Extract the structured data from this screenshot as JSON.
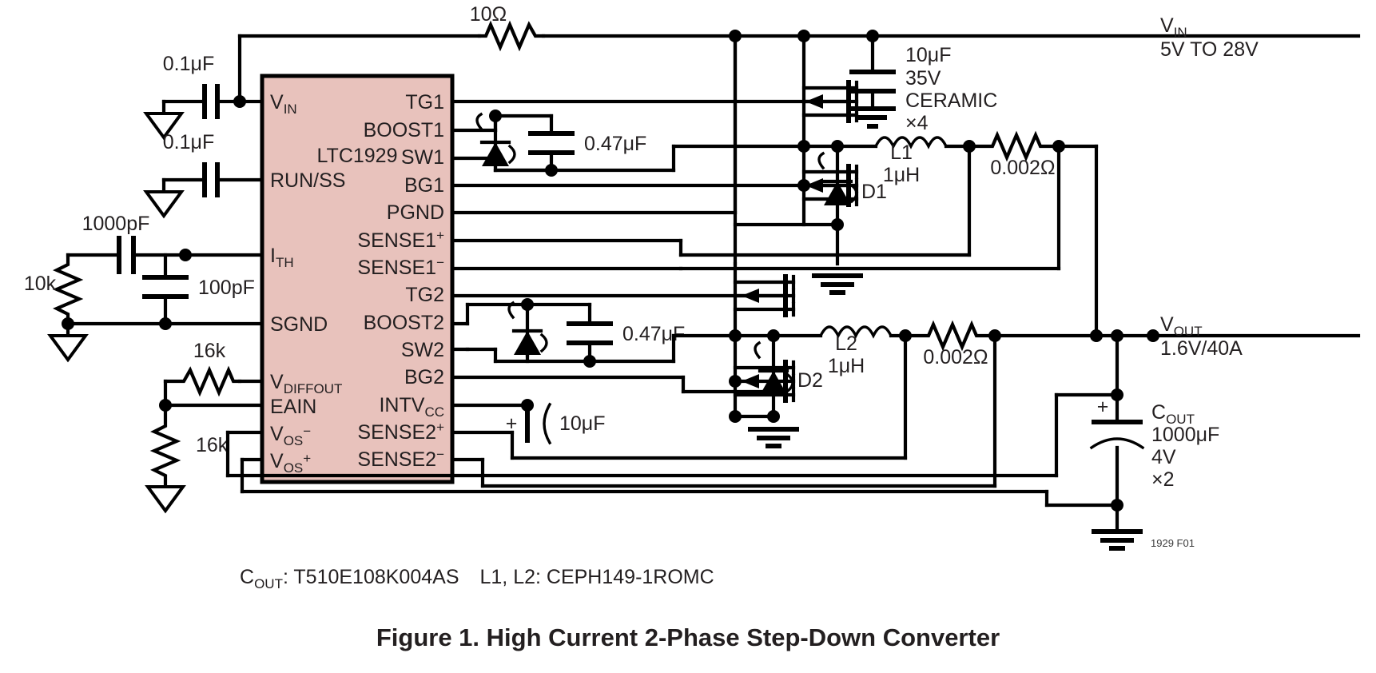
{
  "figure": {
    "caption": "Figure 1. High Current 2-Phase Step-Down Converter",
    "ref_id": "1929 F01",
    "footnote": "COUT: T510E108K004AS   L1, L2: CEPH149-1ROMC",
    "footnote_parts": {
      "cout_label": "C",
      "cout_sub": "OUT",
      "cout_value": ": T510E108K004AS",
      "inductors": "L1, L2: CEPH149-1ROMC"
    }
  },
  "ic": {
    "part_number": "LTC1929",
    "fill_color": "#e8c2bc",
    "pins_left": [
      {
        "label": "V",
        "sub": "IN"
      },
      {
        "label": "RUN/SS",
        "sub": ""
      },
      {
        "label": "I",
        "sub": "TH"
      },
      {
        "label": "SGND",
        "sub": ""
      },
      {
        "label": "V",
        "sub": "DIFFOUT"
      },
      {
        "label": "EAIN",
        "sub": ""
      },
      {
        "label": "V",
        "sub": "OS",
        "sup": "−"
      },
      {
        "label": "V",
        "sub": "OS",
        "sup": "+"
      }
    ],
    "pins_right": [
      {
        "label": "TG1",
        "sub": "",
        "sup": ""
      },
      {
        "label": "BOOST1",
        "sub": "",
        "sup": ""
      },
      {
        "label": "SW1",
        "sub": "",
        "sup": ""
      },
      {
        "label": "BG1",
        "sub": "",
        "sup": ""
      },
      {
        "label": "PGND",
        "sub": "",
        "sup": ""
      },
      {
        "label": "SENSE1",
        "sub": "",
        "sup": "+"
      },
      {
        "label": "SENSE1",
        "sub": "",
        "sup": "−"
      },
      {
        "label": "TG2",
        "sub": "",
        "sup": ""
      },
      {
        "label": "BOOST2",
        "sub": "",
        "sup": ""
      },
      {
        "label": "SW2",
        "sub": "",
        "sup": ""
      },
      {
        "label": "BG2",
        "sub": "",
        "sup": ""
      },
      {
        "label": "INTV",
        "sub": "CC",
        "sup": ""
      },
      {
        "label": "SENSE2",
        "sub": "",
        "sup": "+"
      },
      {
        "label": "SENSE2",
        "sub": "",
        "sup": "−"
      }
    ]
  },
  "nets": {
    "vin": {
      "label": "V",
      "sub": "IN",
      "range": "5V TO 28V"
    },
    "vout": {
      "label": "V",
      "sub": "OUT",
      "rating": "1.6V/40A"
    }
  },
  "components": {
    "r_vin_series": "10Ω",
    "c_vin_decouple_1": "0.1μF",
    "c_vin_decouple_2": "0.1μF",
    "c_ith_series": "1000pF",
    "r_ith": "10k",
    "c_ith_shunt": "100pF",
    "r_diffout": "16k",
    "r_eain_gnd": "16k",
    "c_boost1": "0.47μF",
    "c_boost2": "0.47μF",
    "c_intvcc": "10μF",
    "c_in_bulk": {
      "value": "10μF",
      "voltage": "35V",
      "type": "CERAMIC",
      "qty": "×4"
    },
    "c_out_bulk": {
      "label": "C",
      "sub": "OUT",
      "value": "1000μF",
      "voltage": "4V",
      "qty": "×2"
    },
    "l1": {
      "name": "L1",
      "value": "1μH"
    },
    "l2": {
      "name": "L2",
      "value": "1μH"
    },
    "rsense1": "0.002Ω",
    "rsense2": "0.002Ω",
    "d1": "D1",
    "d2": "D2"
  }
}
